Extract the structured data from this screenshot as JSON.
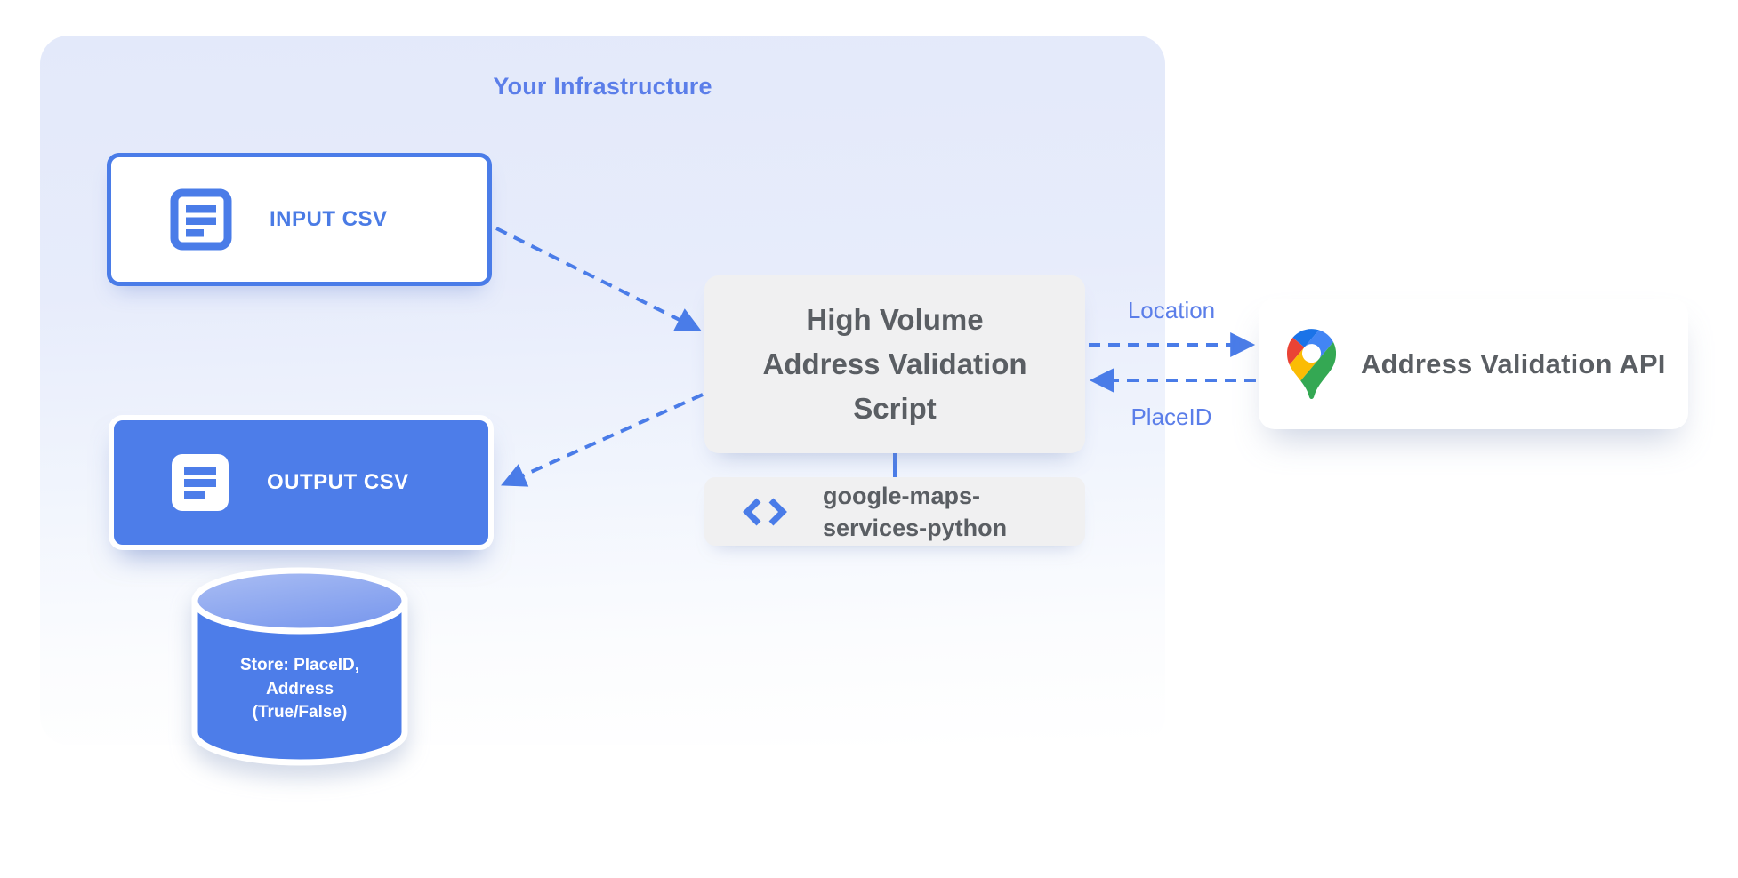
{
  "title": "Your Infrastructure",
  "nodes": {
    "input_csv": {
      "label": "INPUT CSV"
    },
    "output_csv": {
      "label": "OUTPUT CSV"
    },
    "datastore": {
      "lines": [
        "Store: PlaceID,",
        "Address",
        "(True/False)"
      ]
    },
    "script": {
      "lines": [
        "High Volume",
        "Address Validation",
        "Script"
      ]
    },
    "library": {
      "lines": [
        "google-maps-",
        "services-python"
      ]
    },
    "api": {
      "label": "Address Validation API"
    }
  },
  "edges": {
    "location_label": "Location",
    "placeid_label": "PlaceID"
  },
  "icons": {
    "input_csv": "document-icon",
    "output_csv": "document-icon",
    "library": "code-icon",
    "api": "google-maps-pin-icon",
    "datastore": "database-cylinder"
  },
  "colors": {
    "accent_blue": "#4a7ce8",
    "node_blue": "#4d7de9",
    "label_blue": "#5b7ee9",
    "panel_gray": "#f0f0f1",
    "text_gray": "#5a5e63",
    "infra_bg_top": "#e3e9fa",
    "pin_blue": "#4285f4",
    "pin_dark_blue": "#1a73e8",
    "pin_red": "#ea4335",
    "pin_yellow": "#fbbc04",
    "pin_green": "#34a853"
  }
}
